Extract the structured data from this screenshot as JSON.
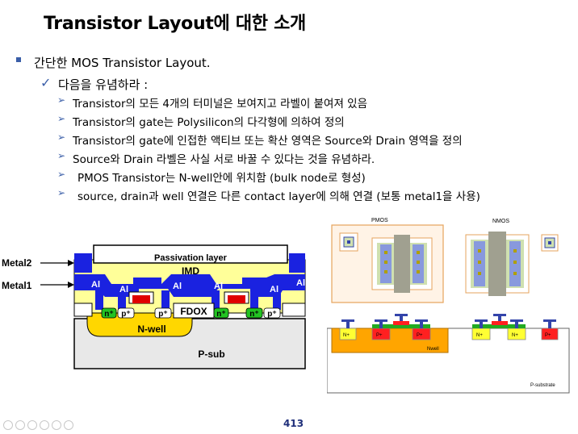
{
  "title": "Transistor Layout에 대한 소개",
  "level1": "간단한 MOS Transistor Layout.",
  "level2": "다음을 유념하라 :",
  "items": [
    "Transistor의 모든 4개의 터미널은 보여지고 라벨이 붙여져 있음",
    "Transistor의 gate는 Polysilicon의 다각형에 의하여 정의",
    "Transistor의 gate에 인접한 액티브 또는 확산 영역은 Source와 Drain 영역을 정의",
    "Source와 Drain 라벨은 사실 서로 바꿀 수 있다는 것을 유념하라.",
    "PMOS Transistor는 N-well안에 위치함 (bulk node로 형성)",
    "source, drain과 well 연결은 다른 contact layer에 의해 연결 (보통 metal1을 사용)"
  ],
  "cross_section": {
    "metal2": "Metal2",
    "metal1": "Metal1",
    "passivation": "Passivation layer",
    "imd": "IMD",
    "al": "Al",
    "fdox": "FDOX",
    "nwell": "N-well",
    "psub": "P-sub",
    "n_plus": "n⁺",
    "p_plus": "p⁺"
  },
  "layout": {
    "pmos": "PMOS",
    "nmos": "NMOS",
    "nplus": "N+",
    "pplus": "P+",
    "nwell": "Nwell",
    "psubstrate": "P-substrate"
  },
  "page_number": "413",
  "colors": {
    "accent": "#3a5ea8",
    "metal": "#1a22e0",
    "imd": "#ffff99",
    "nwell": "#ffd700"
  }
}
